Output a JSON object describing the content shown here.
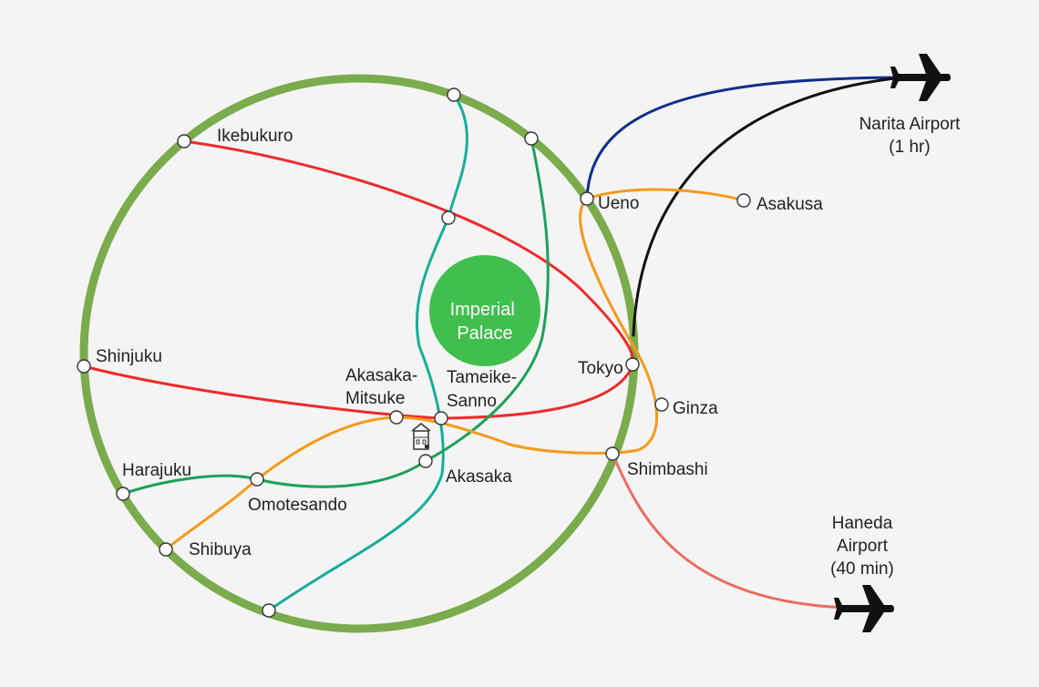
{
  "colors": {
    "yamanote": "#7aab4c",
    "marunouchi": "#ed2b2b",
    "ginza": "#f59a1c",
    "chiyoda": "#1aa15a",
    "namboku": "#17ad9a",
    "narita_express": "#0f2f8c",
    "keisei": "#111111",
    "keikyu": "#ea6d62",
    "palace": "#40bf4f"
  },
  "palace": {
    "line1": "Imperial",
    "line2": "Palace"
  },
  "stations": {
    "ikebukuro": "Ikebukuro",
    "shinjuku": "Shinjuku",
    "ueno": "Ueno",
    "asakusa": "Asakusa",
    "tokyo": "Tokyo",
    "ginza": "Ginza",
    "shimbashi": "Shimbashi",
    "akasaka_mitsuke_1": "Akasaka-",
    "akasaka_mitsuke_2": "Mitsuke",
    "tameike_sanno_1": "Tameike-",
    "tameike_sanno_2": "Sanno",
    "akasaka": "Akasaka",
    "harajuku": "Harajuku",
    "omotesando": "Omotesando",
    "shibuya": "Shibuya"
  },
  "airports": {
    "narita_name": "Narita Airport",
    "narita_time": "(1 hr)",
    "haneda_name_1": "Haneda",
    "haneda_name_2": "Airport",
    "haneda_time": "(40 min)"
  },
  "icons": {
    "hotel": "hotel-icon",
    "plane": "plane-icon"
  }
}
